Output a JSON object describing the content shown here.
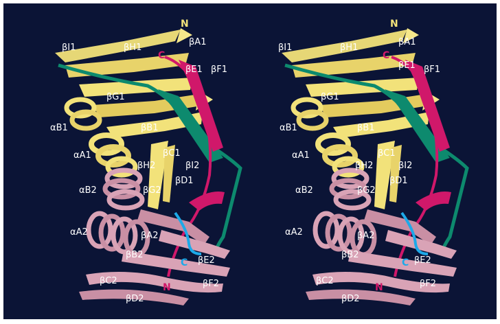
{
  "figure": {
    "colors": {
      "background": "#0b1436",
      "domain1": "#f2e27a",
      "domain2": "#d9a3b6",
      "linker_magenta": "#d0186a",
      "linker_teal": "#0d8a6e",
      "loop_blue": "#1da9e8",
      "label_text": "#ffffff"
    },
    "termini": {
      "n_top": "N",
      "c_top": "C",
      "n_bottom": "N",
      "c_blue": "C"
    },
    "labels": {
      "bI1": "βI1",
      "bH1": "βH1",
      "bA1": "βA1",
      "bE1": "βE1",
      "bF1": "βF1",
      "bG1": "βG1",
      "aB1": "αB1",
      "bB1": "βB1",
      "aA1": "αA1",
      "bC1": "βC1",
      "bH2": "βH2",
      "bI2": "βI2",
      "bD1": "βD1",
      "aB2": "αB2",
      "bG2": "βG2",
      "aA2": "αA2",
      "bA2": "βA2",
      "bB2": "βB2",
      "bE2": "βE2",
      "bC2": "βC2",
      "bF2": "βF2",
      "bD2": "βD2"
    }
  }
}
